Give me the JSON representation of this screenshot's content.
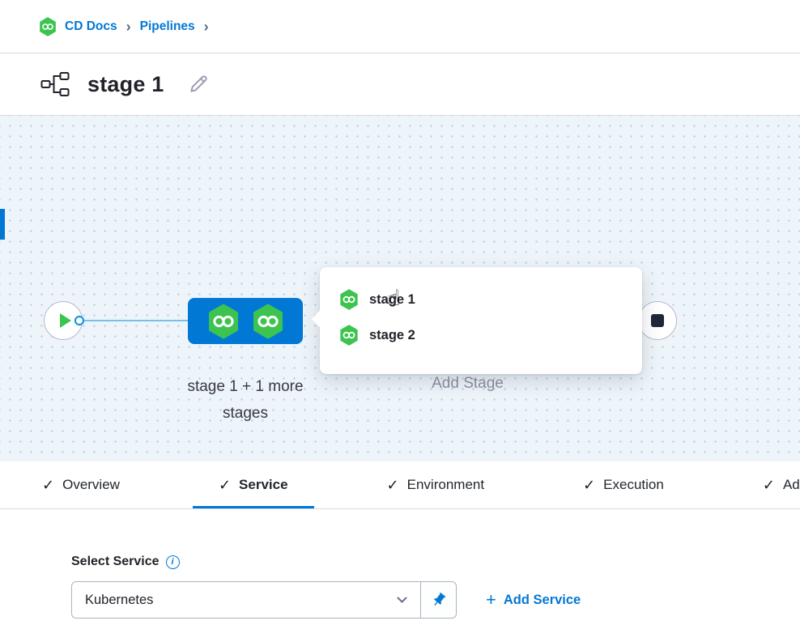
{
  "colors": {
    "accent_blue": "#0278d5",
    "stage_green": "#3dc34f",
    "canvas_bg": "#eef5fa",
    "text_dark": "#22222a",
    "text_gray": "#8f90a2"
  },
  "icons": {
    "check": "✓",
    "plus": "+",
    "breadcrumb_separator": "›",
    "hand_cursor": "☝",
    "info": "i"
  },
  "breadcrumb": {
    "items": [
      {
        "label": "CD Docs"
      },
      {
        "label": "Pipelines"
      }
    ]
  },
  "stage_header": {
    "title": "stage 1"
  },
  "canvas": {
    "group_label_line1": "stage 1 + 1 more",
    "group_label_line2": "stages",
    "add_stage_label": "Add Stage",
    "popup": {
      "items": [
        {
          "label": "stage 1"
        },
        {
          "label": "stage 2"
        }
      ]
    }
  },
  "tabs": [
    {
      "label": "Overview",
      "active": false
    },
    {
      "label": "Service",
      "active": true
    },
    {
      "label": "Environment",
      "active": false
    },
    {
      "label": "Execution",
      "active": false
    },
    {
      "label": "Advanced",
      "active": false
    }
  ],
  "service_section": {
    "label": "Select Service",
    "selected_value": "Kubernetes",
    "add_service_label": "Add Service"
  }
}
